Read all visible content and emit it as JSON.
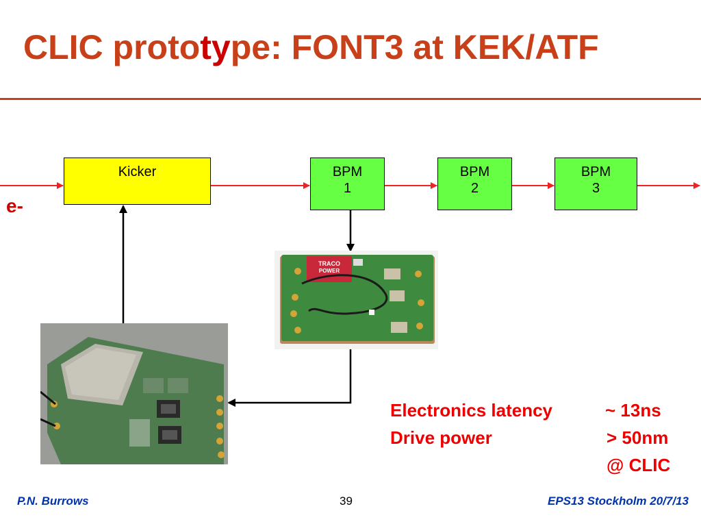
{
  "title": {
    "prefix": "CLIC proto",
    "highlight": "ty",
    "suffix": "pe: FONT3 at KEK/ATF"
  },
  "beam_label": "e-",
  "boxes": {
    "kicker": "Kicker",
    "bpm1": {
      "line1": "BPM",
      "line2": "1"
    },
    "bpm2": {
      "line1": "BPM",
      "line2": "2"
    },
    "bpm3": {
      "line1": "BPM",
      "line2": "3"
    }
  },
  "board_label": {
    "line1": "TRACO",
    "line2": "POWER"
  },
  "notes": {
    "latency_label": "Electronics latency",
    "latency_value": "~ 13ns",
    "power_label": "Drive power",
    "power_value": "> 50nm",
    "power_location": "@ CLIC"
  },
  "footer": {
    "author": "P.N. Burrows",
    "page": "39",
    "event": "EPS13 Stockholm  20/7/13"
  },
  "colors": {
    "title": "#c8401a",
    "accent_red": "#ee0000",
    "kicker_fill": "#ffff00",
    "bpm_fill": "#66ff44",
    "footer_text": "#0033aa"
  }
}
